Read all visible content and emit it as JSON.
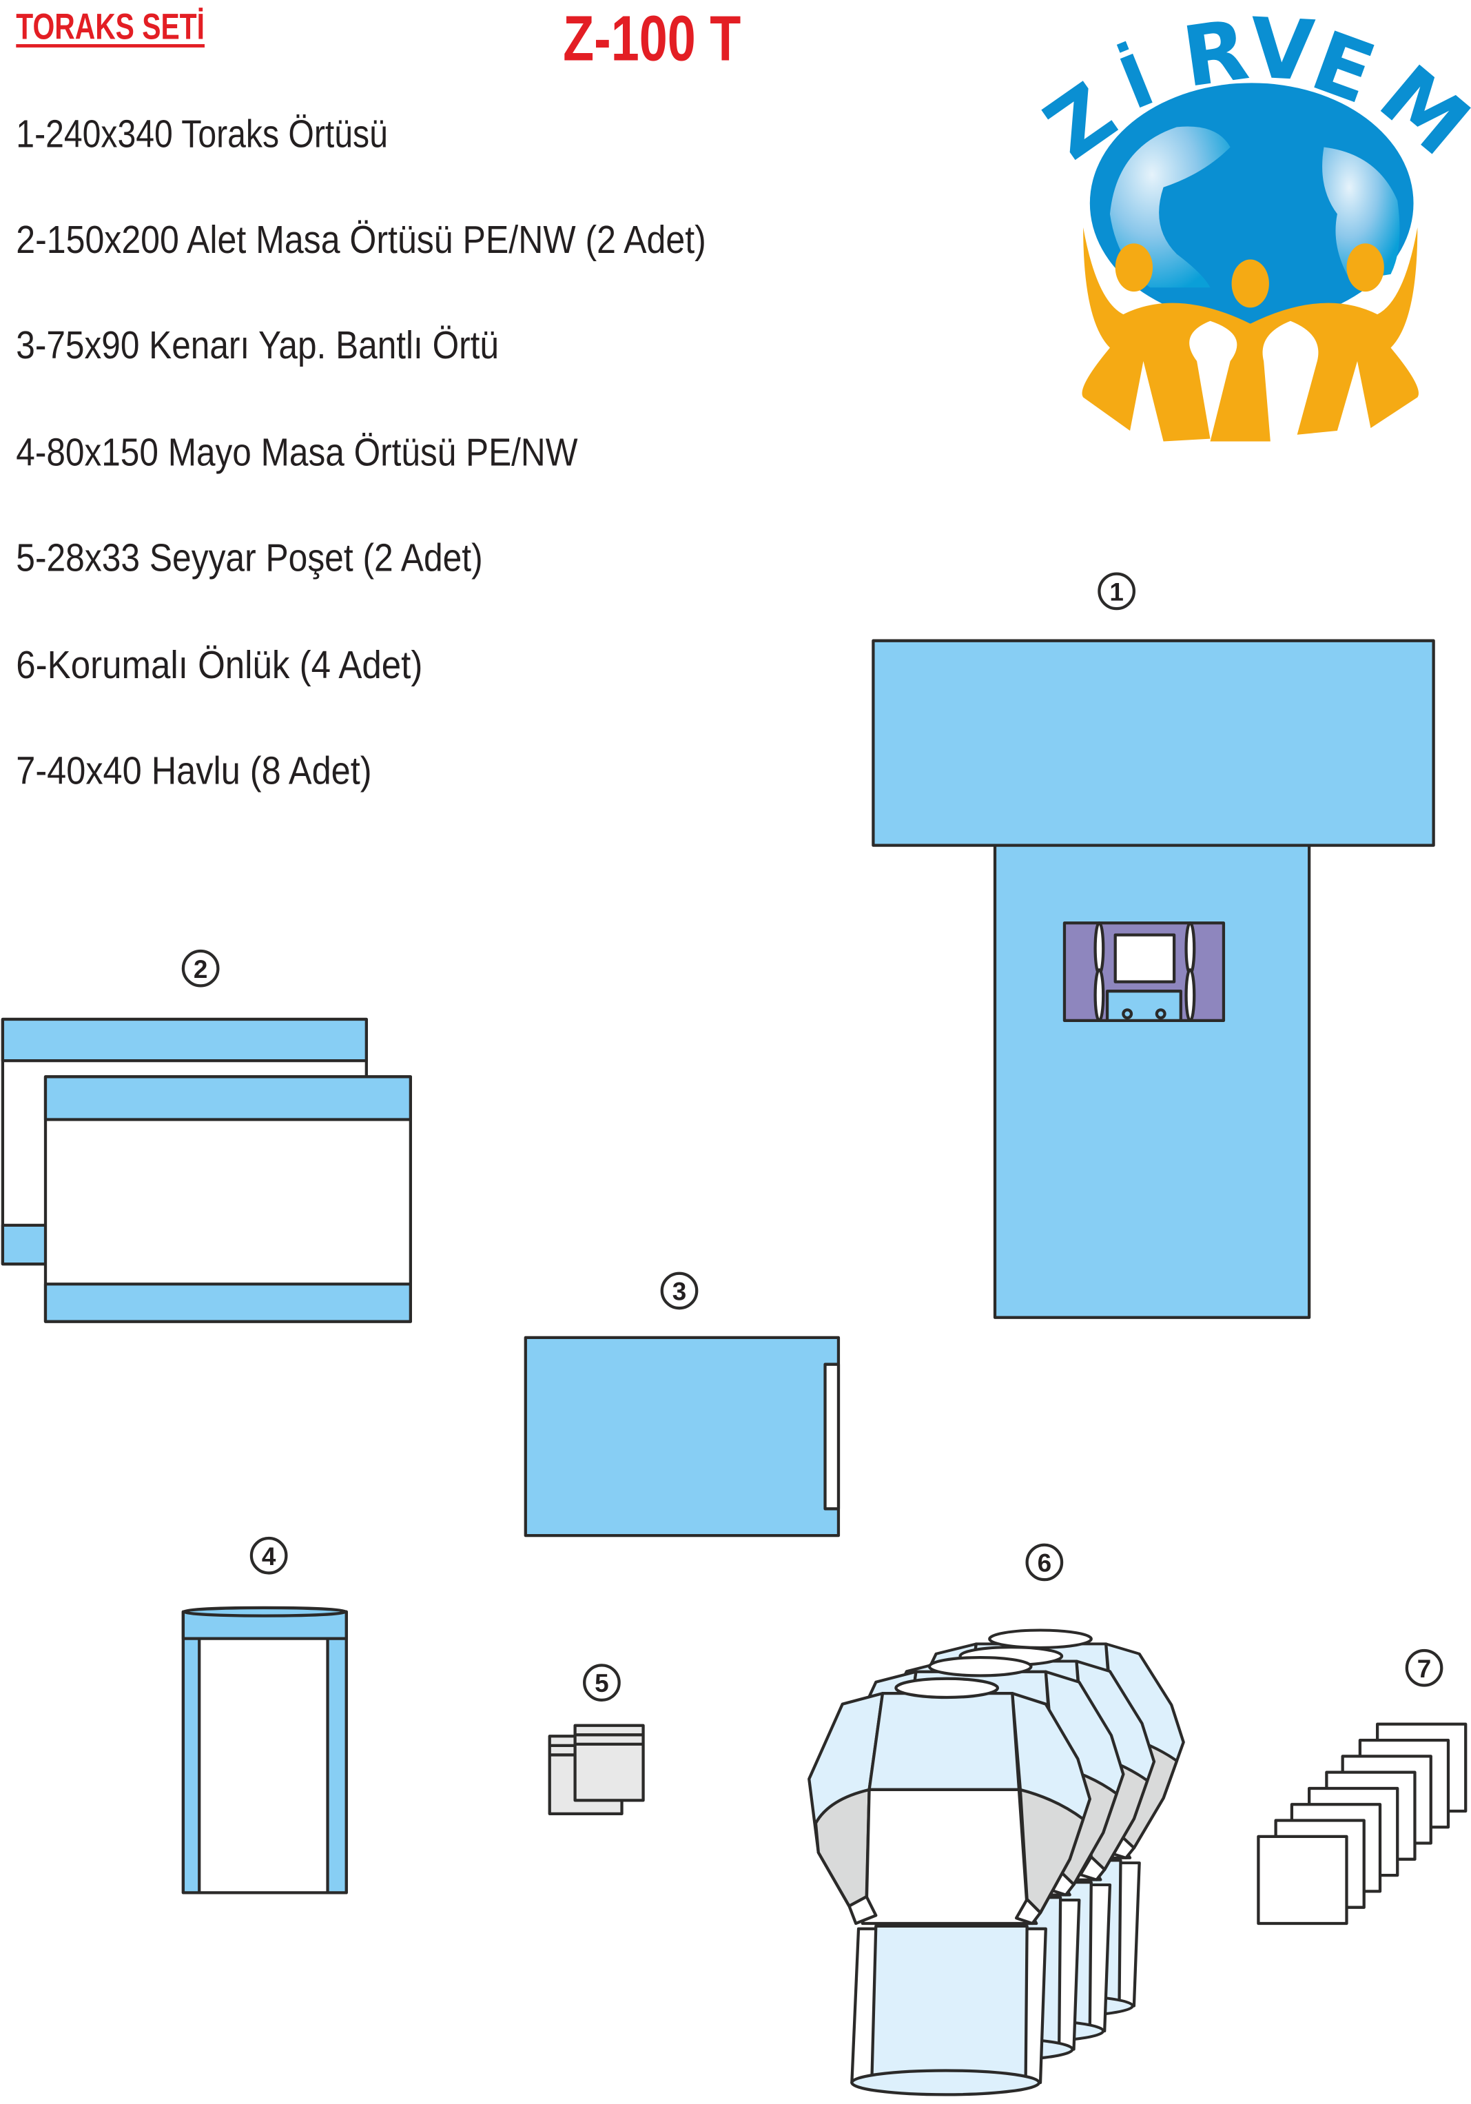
{
  "header": {
    "set_title": "TORAKS SETİ",
    "product_code": "Z-100 T",
    "logo_text": "ZİRVEM"
  },
  "items": [
    {
      "number": "1",
      "label": "1-240x340 Toraks Örtüsü"
    },
    {
      "number": "2",
      "label": "2-150x200 Alet Masa Örtüsü PE/NW (2 Adet)"
    },
    {
      "number": "3",
      "label": "3-75x90 Kenarı Yap. Bantlı Örtü"
    },
    {
      "number": "4",
      "label": "4-80x150 Mayo Masa Örtüsü PE/NW"
    },
    {
      "number": "5",
      "label": "5-28x33 Seyyar Poşet (2 Adet)"
    },
    {
      "number": "6",
      "label": "6-Korumalı Önlük (4 Adet)"
    },
    {
      "number": "7",
      "label": "7-40x40 Havlu (8 Adet)"
    }
  ],
  "colors": {
    "title_red": "#E31E24",
    "drape_blue": "#87CEF4",
    "window_purple": "#8E86BE",
    "gown_light": "#DDF0FC",
    "gown_gray": "#D9DADA",
    "logo_blue": "#0A8FD2",
    "logo_yellow": "#F5AA14"
  }
}
